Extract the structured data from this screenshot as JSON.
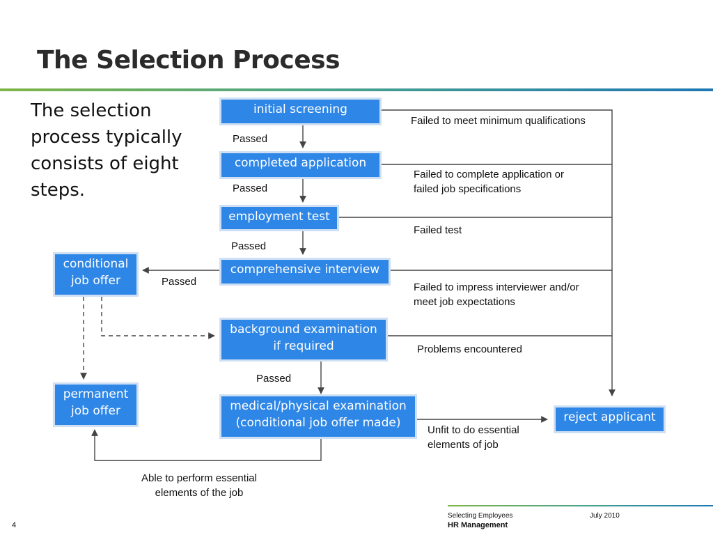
{
  "slide": {
    "title": "The Selection Process",
    "intro": "The selection process typically consists of eight steps.",
    "page_number": "4"
  },
  "steps": {
    "initial_screening": "initial screening",
    "completed_application": "completed application",
    "employment_test": "employment test",
    "comprehensive_interview": "comprehensive interview",
    "background_examination": "background examination\nif required",
    "medical_examination": "medical/physical examination\n(conditional job offer made)",
    "conditional_job_offer": "conditional\njob offer",
    "permanent_job_offer": "permanent\njob offer",
    "reject_applicant": "reject applicant"
  },
  "labels": {
    "passed_1": "Passed",
    "passed_2": "Passed",
    "passed_3": "Passed",
    "passed_4": "Passed",
    "passed_5": "Passed",
    "failed_qualifications": "Failed to meet minimum qualifications",
    "failed_application": "Failed to complete application or\nfailed job specifications",
    "failed_test": "Failed test",
    "failed_interview": "Failed to impress interviewer and/or\nmeet job expectations",
    "problems": "Problems encountered",
    "unfit": "Unfit to do essential\nelements of job",
    "able": "Able to perform essential\nelements of the job"
  },
  "footer": {
    "topic": "Selecting Employees",
    "date": "July 2010",
    "course": "HR Management"
  },
  "colors": {
    "box_fill": "#2e86e6",
    "box_border": "#cfe0f4",
    "line": "#444444"
  }
}
